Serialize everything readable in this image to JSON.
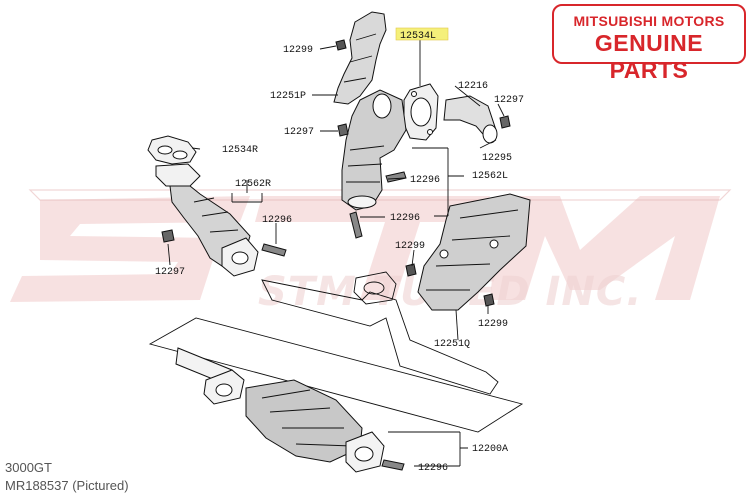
{
  "brand": {
    "line1": "MITSUBISHI MOTORS",
    "line2": "GENUINE PARTS",
    "color": "#d8262b"
  },
  "watermark": {
    "text": "STM TUNED INC."
  },
  "caption": {
    "model": "3000GT",
    "part_number": "MR188537  (Pictured)"
  },
  "highlight_color": "#f5f07a",
  "callouts": {
    "c12534L": "12534L",
    "c12299_a": "12299",
    "c12251P": "12251P",
    "c12297_a": "12297",
    "c12216": "12216",
    "c12297_b": "12297",
    "c12295": "12295",
    "c12534R": "12534R",
    "c12562R": "12562R",
    "c12296_a": "12296",
    "c12562L": "12562L",
    "c12296_b": "12296",
    "c12296_c": "12296",
    "c12297_c": "12297",
    "c12299_b": "12299",
    "c12299_c": "12299",
    "c12251Q": "12251Q",
    "c12200A": "12200A",
    "c12296_d": "12296"
  }
}
